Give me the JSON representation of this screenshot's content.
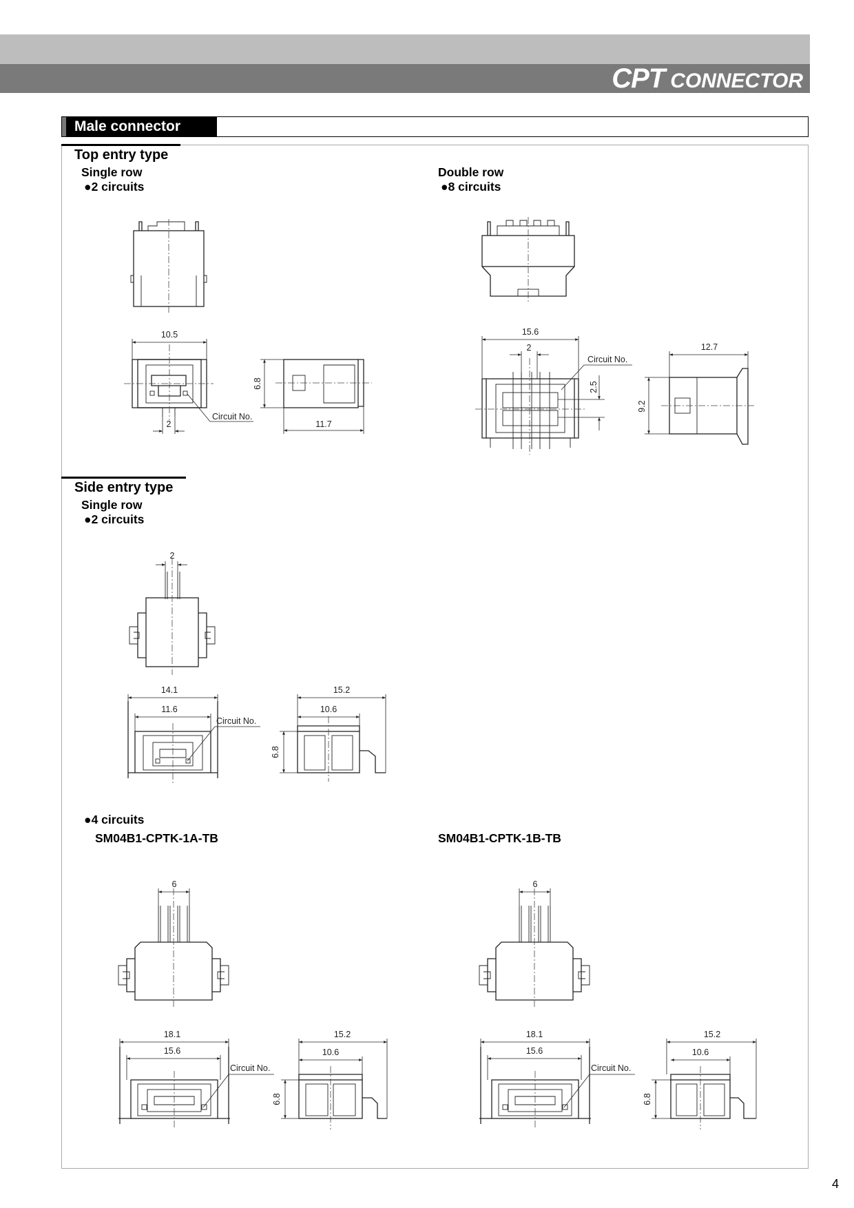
{
  "header": {
    "brand_main": "CPT",
    "brand_sub": "CONNECTOR"
  },
  "section": {
    "title": "Male connector"
  },
  "top_entry": {
    "title": "Top entry type",
    "single_row": {
      "label": "Single row",
      "circuits": "●2 circuits"
    },
    "double_row": {
      "label": "Double row",
      "circuits": "●8 circuits"
    }
  },
  "side_entry": {
    "title": "Side entry type",
    "single_row": {
      "label": "Single row",
      "circuits": "●2 circuits"
    },
    "four": {
      "circuits": "●4 circuits",
      "part_a": "SM04B1-CPTK-1A-TB",
      "part_b": "SM04B1-CPTK-1B-TB"
    }
  },
  "dims": {
    "circuit_no": "Circuit No.",
    "t2_width": "10.5",
    "t2_pitch": "2",
    "t2_height": "6.8",
    "t2_depth": "11.7",
    "t8_width": "15.6",
    "t8_pitch": "2",
    "t8_row": "2.5",
    "t8_height": "9.2",
    "t8_depth": "12.7",
    "s2_pitch": "2",
    "s2_outer": "14.1",
    "s2_inner": "11.6",
    "s2_len": "15.2",
    "s2_body": "10.6",
    "s2_height": "6.8",
    "s4a_span": "6",
    "s4a_outer": "18.1",
    "s4a_inner": "15.6",
    "s4a_len": "15.2",
    "s4a_body": "10.6",
    "s4a_height": "6.8",
    "s4b_span": "6",
    "s4b_outer": "18.1",
    "s4b_inner": "15.6",
    "s4b_len": "15.2",
    "s4b_body": "10.6",
    "s4b_height": "6.8"
  },
  "page_number": "4"
}
